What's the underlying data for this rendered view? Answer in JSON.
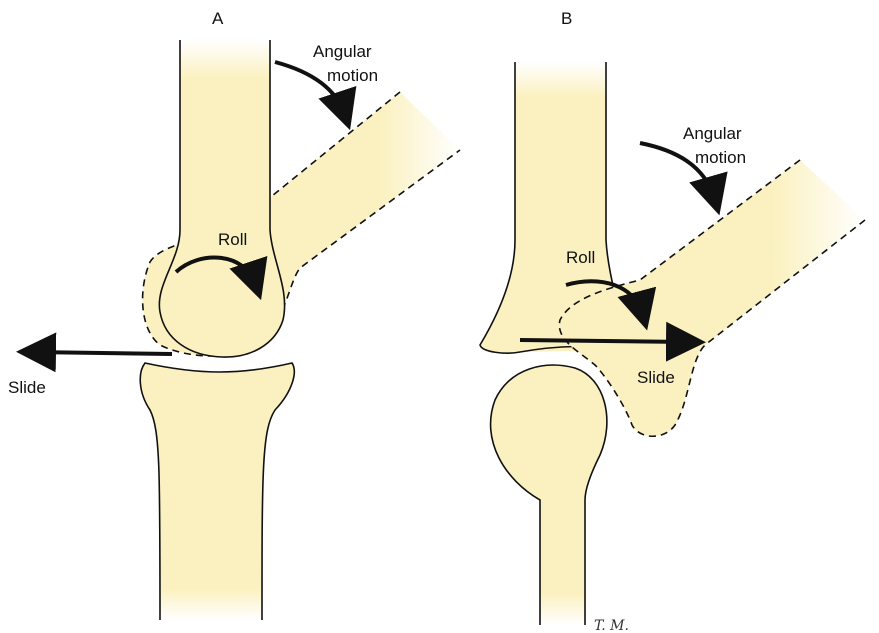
{
  "panels": [
    {
      "id": "A",
      "label": "A",
      "angular_label_line1": "Angular",
      "angular_label_line2": "motion",
      "roll_label": "Roll",
      "slide_label": "Slide"
    },
    {
      "id": "B",
      "label": "B",
      "angular_label_line1": "Angular",
      "angular_label_line2": "motion",
      "roll_label": "Roll",
      "slide_label": "Slide"
    }
  ],
  "signature": "T. M.",
  "colors": {
    "bone_fill": "#fbf1c0",
    "outline": "#111111",
    "arrow": "#111111"
  }
}
